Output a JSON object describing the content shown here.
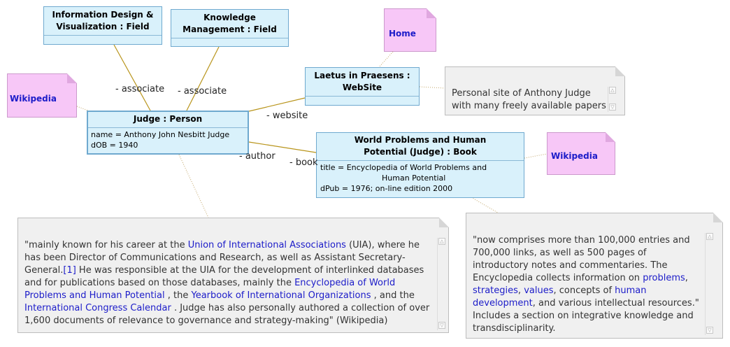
{
  "classes": {
    "info_design": {
      "title": "Information Design & Visualization : Field"
    },
    "knowledge_mgmt": {
      "title": "Knowledge Management : Field"
    },
    "laetus": {
      "title": "Laetus in Praesens : WebSite"
    },
    "judge": {
      "title": "Judge : Person",
      "attrs": [
        "name = Anthony John Nesbitt Judge",
        "dOB = 1940"
      ]
    },
    "book": {
      "title": "World Problems and Human Potential (Judge) : Book",
      "attrs": [
        "title = Encyclopedia of World Problems and",
        "Human Potential",
        "dPub = 1976; on-line edition 2000"
      ]
    }
  },
  "links": {
    "associate_1": "- associate",
    "associate_2": "- associate",
    "website": "- website",
    "author": "- author",
    "book": "- book"
  },
  "notes": {
    "home": "Home",
    "wikipedia_left": "Wikipedia",
    "wikipedia_right": "Wikipedia",
    "personal_site": [
      "Personal site of Anthony Judge",
      "with many freely available papers"
    ],
    "quote": {
      "p1": "\"mainly known for his career at the ",
      "l1": "Union of International Associations",
      "p2": " (UIA), where he has been Director of Communications and Research, as well as Assistant Secretary-General.",
      "l2": "[1]",
      "p3": " He was responsible at the UIA for the development of interlinked databases and for publications based on those databases, mainly the ",
      "l3": "Encyclopedia of World Problems and Human Potential",
      "p4": " , the ",
      "l4": "Yearbook of International Organizations",
      "p5": " , and the ",
      "l5": "International Congress Calendar",
      "p6": " . Judge has also personally authored a collection of over 1,600 documents of relevance to governance and strategy-making\" (Wikipedia)"
    },
    "encyclopedia": {
      "p1": "\"now comprises more than 100,000 entries and 700,000 links, as well as 500 pages of introductory notes and commentaries. The Encyclopedia collects information on ",
      "l1": "problems",
      "p2": ", ",
      "l2": "strategies",
      "p3": ", ",
      "l3": "values",
      "p4": ", concepts of ",
      "l4": "human development",
      "p5": ", and various intellectual resources.\" Includes a section on integrative knowledge and transdisciplinarity."
    }
  },
  "colors": {
    "class_fill": "#d9f1fb",
    "class_border": "#6fa9cf",
    "note_fill": "#f0f0f0",
    "pink_note_fill": "#f7c7f7",
    "association_line": "#b8941a",
    "link_text": "#1c1cc9"
  }
}
